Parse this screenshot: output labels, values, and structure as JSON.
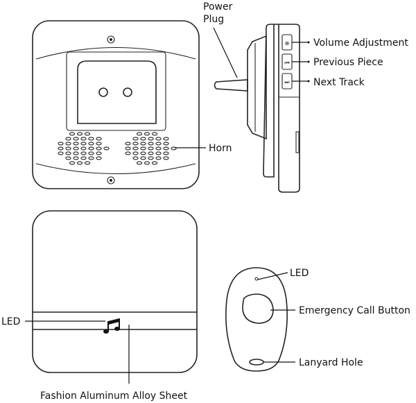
{
  "labels": {
    "power_plug_line1": "Power",
    "power_plug_line2": "Plug",
    "volume_adjustment": "Volume Adjustment",
    "previous_piece": "Previous Piece",
    "next_track": "Next Track",
    "horn": "Horn",
    "led_receiver": "LED",
    "led_remote": "LED",
    "emergency_call_button": "Emergency Call Button",
    "lanyard_hole": "Lanyard Hole",
    "fashion_sheet": "Fashion Aluminum Alloy Sheet"
  },
  "icons": {
    "music_note": "music-note-icon"
  },
  "colors": {
    "line": "#222222",
    "text": "#111111",
    "background": "#ffffff"
  }
}
